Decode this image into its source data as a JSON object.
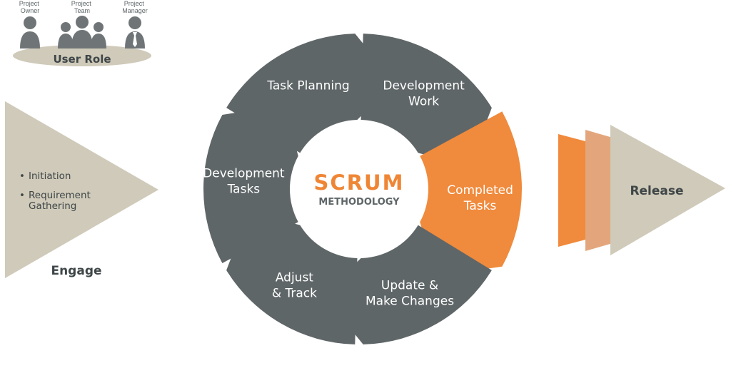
{
  "user_role": {
    "title": "User Role",
    "roles": [
      {
        "line1": "Project",
        "line2": "Owner"
      },
      {
        "line1": "Project",
        "line2": "Team"
      },
      {
        "line1": "Project",
        "line2": "Manager"
      }
    ]
  },
  "engage": {
    "title": "Engage",
    "items": [
      {
        "bullet": "•",
        "line1": "Initiation",
        "line2": ""
      },
      {
        "bullet": "•",
        "line1": "Requirement",
        "line2": "Gathering"
      }
    ]
  },
  "center": {
    "title": "SCRUM",
    "subtitle": "METHODOLOGY"
  },
  "cycle": [
    {
      "line1": "Task Planning",
      "line2": ""
    },
    {
      "line1": "Development",
      "line2": "Work"
    },
    {
      "line1": "Completed",
      "line2": "Tasks"
    },
    {
      "line1": "Update &",
      "line2": "Make Changes"
    },
    {
      "line1": "Adjust",
      "line2": "& Track"
    },
    {
      "line1": "Development",
      "line2": "Tasks"
    }
  ],
  "release": {
    "title": "Release"
  },
  "colors": {
    "segment": "#5f6668",
    "highlight": "#f08a3c",
    "accent_text": "#ef8635",
    "beige": "#cfcab9",
    "chevron_mid": "#e3a67c",
    "dark_text": "#3f4648",
    "person": "#6f7577"
  }
}
